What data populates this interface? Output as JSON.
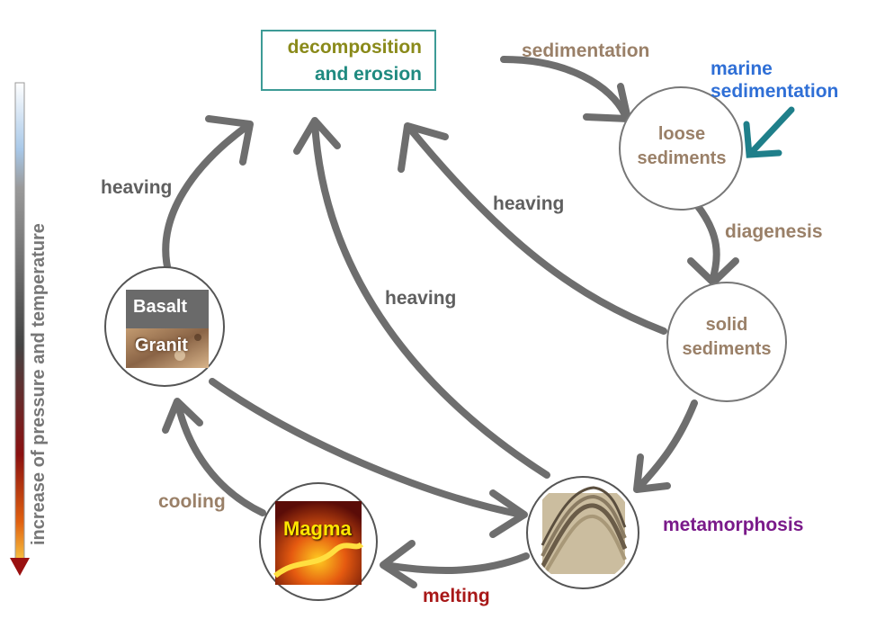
{
  "box": {
    "line1": "decomposition",
    "line2": "and erosion"
  },
  "nodes": {
    "loose": [
      "loose",
      "sediments"
    ],
    "solid": [
      "solid",
      "sediments"
    ],
    "igneous": {
      "top": "Basalt",
      "bottom": "Granit"
    },
    "magma": "Magma"
  },
  "labels": {
    "sedimentation": "sedimentation",
    "marine1": "marine",
    "marine2": "sedimentation",
    "diagenesis": "diagenesis",
    "heaving_left": "heaving",
    "heaving_mid": "heaving",
    "heaving_right": "heaving",
    "metamorphosis": "metamorphosis",
    "melting": "melting",
    "cooling": "cooling"
  },
  "side_axis": {
    "label": "increase of pressure and temperature"
  },
  "colors": {
    "arrow": "#6e6e6e",
    "box_border": "#3d9b96",
    "decomposition": "#8a8a1a",
    "erosion": "#1f8a80",
    "sediment_text": "#9a8068",
    "marine": "#2f6fd6",
    "marine_arrow": "#1f7f8a",
    "metamorphosis": "#7a1a8a",
    "melting": "#a81818"
  }
}
